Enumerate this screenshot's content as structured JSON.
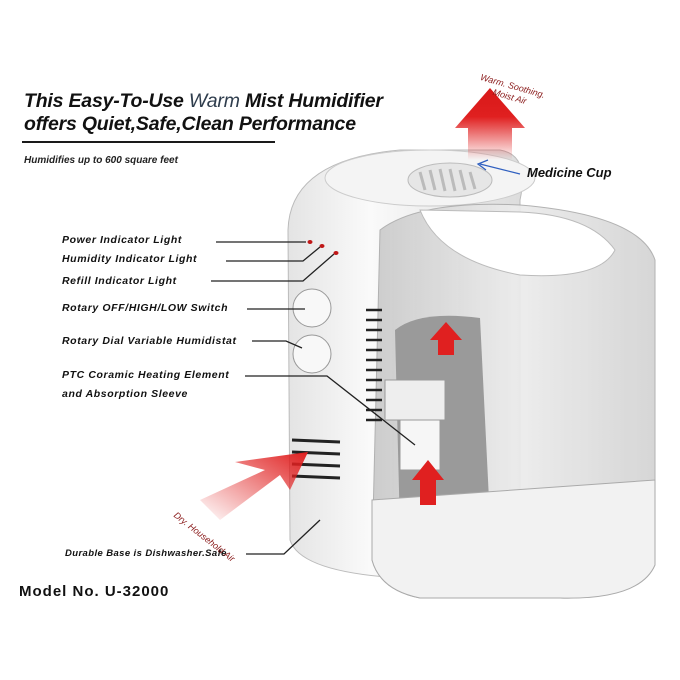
{
  "title": {
    "line1_pre": "This Easy-To-Use ",
    "line1_warm": "Warm",
    "line1_post": " Mist Humidifier",
    "line2": "offers Quiet,Safe,Clean Performance"
  },
  "subtitle": "Humidifies up to 600 square feet",
  "callouts": {
    "power": "Power Indicator Light",
    "humidity": "Humidity Indicator Light",
    "refill": "Refill Indicator Light",
    "switch": "Rotary OFF/HIGH/LOW Switch",
    "humidistat": "Rotary Dial Variable Humidistat",
    "ptc_line1": "PTC Coramic Heating Element",
    "ptc_line2": "and Absorption Sleeve",
    "base": "Durable Base is Dishwasher.Safe",
    "medicine_cup": "Medicine Cup"
  },
  "airflow": {
    "out_line1": "Warm. Soothing.",
    "out_line2": "Moist Air",
    "in": "Dry. Household Air"
  },
  "model": "Model No. U-32000",
  "colors": {
    "arrow_red": "#e02020",
    "air_text": "#8a1a1a",
    "pointer_blue": "#3060c0",
    "led": "#c01818"
  }
}
